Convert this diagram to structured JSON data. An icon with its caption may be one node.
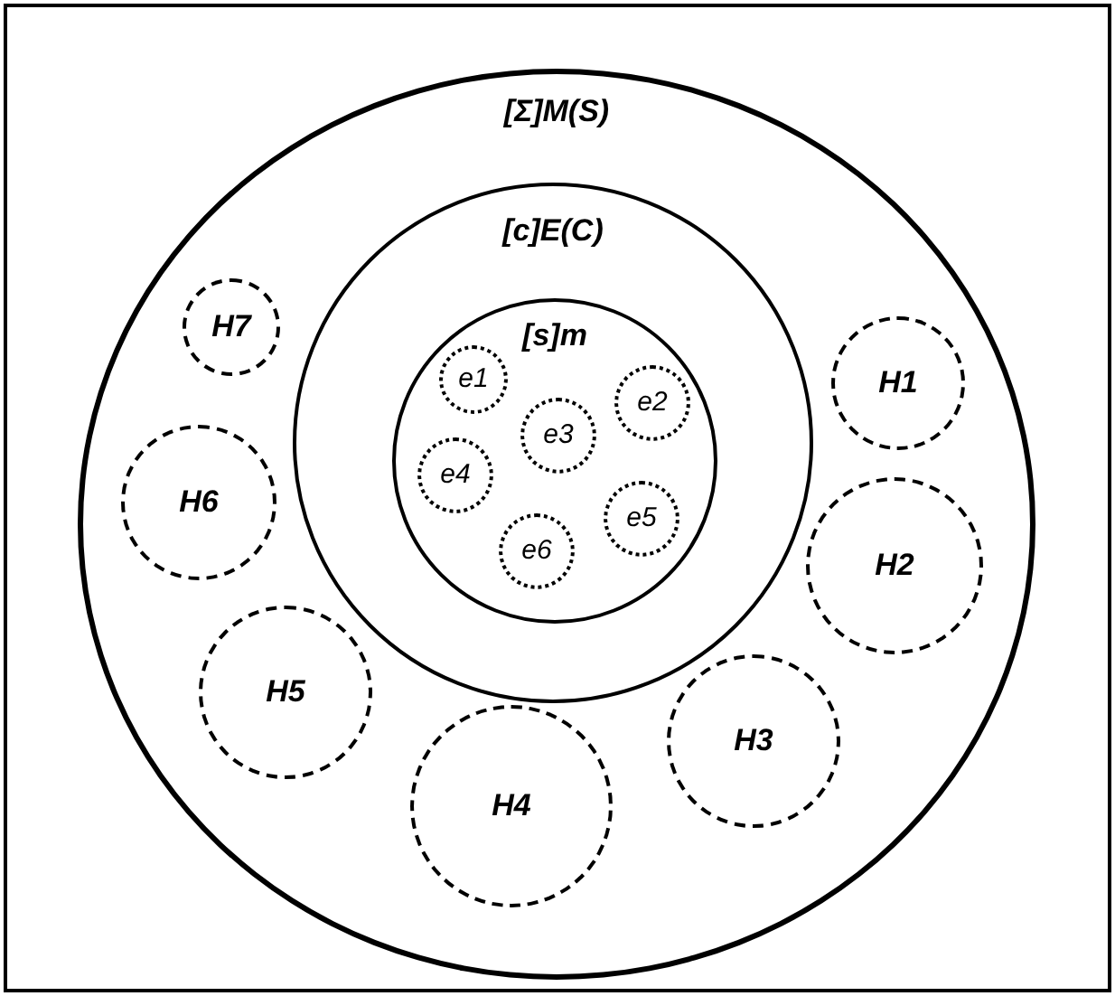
{
  "diagram": {
    "nodes": [
      {
        "text": [
          "[Σ]M(S)"
        ]
      },
      {
        "text": [
          "[c]E(C)"
        ],
        "in": 0
      },
      {
        "text": [
          "[s]m"
        ],
        "in": 1
      },
      {
        "text": [
          "e1"
        ],
        "in": 2
      },
      {
        "text": [
          "e2"
        ],
        "in": 2
      },
      {
        "text": [
          "e3"
        ],
        "in": 2
      },
      {
        "text": [
          "e4"
        ],
        "in": 2
      },
      {
        "text": [
          "e5"
        ],
        "in": 2
      },
      {
        "text": [
          "e6"
        ],
        "in": 2
      },
      {
        "text": [
          "H7"
        ],
        "in": 0
      },
      {
        "text": [
          "H1"
        ],
        "in": 0
      },
      {
        "text": [
          "H6"
        ],
        "in": 0
      },
      {
        "text": [
          "H2"
        ],
        "in": 0
      },
      {
        "text": [
          "H5"
        ],
        "in": 0
      },
      {
        "text": [
          "H3"
        ],
        "in": 0
      },
      {
        "text": [
          "H4"
        ],
        "in": 0
      }
    ]
  }
}
